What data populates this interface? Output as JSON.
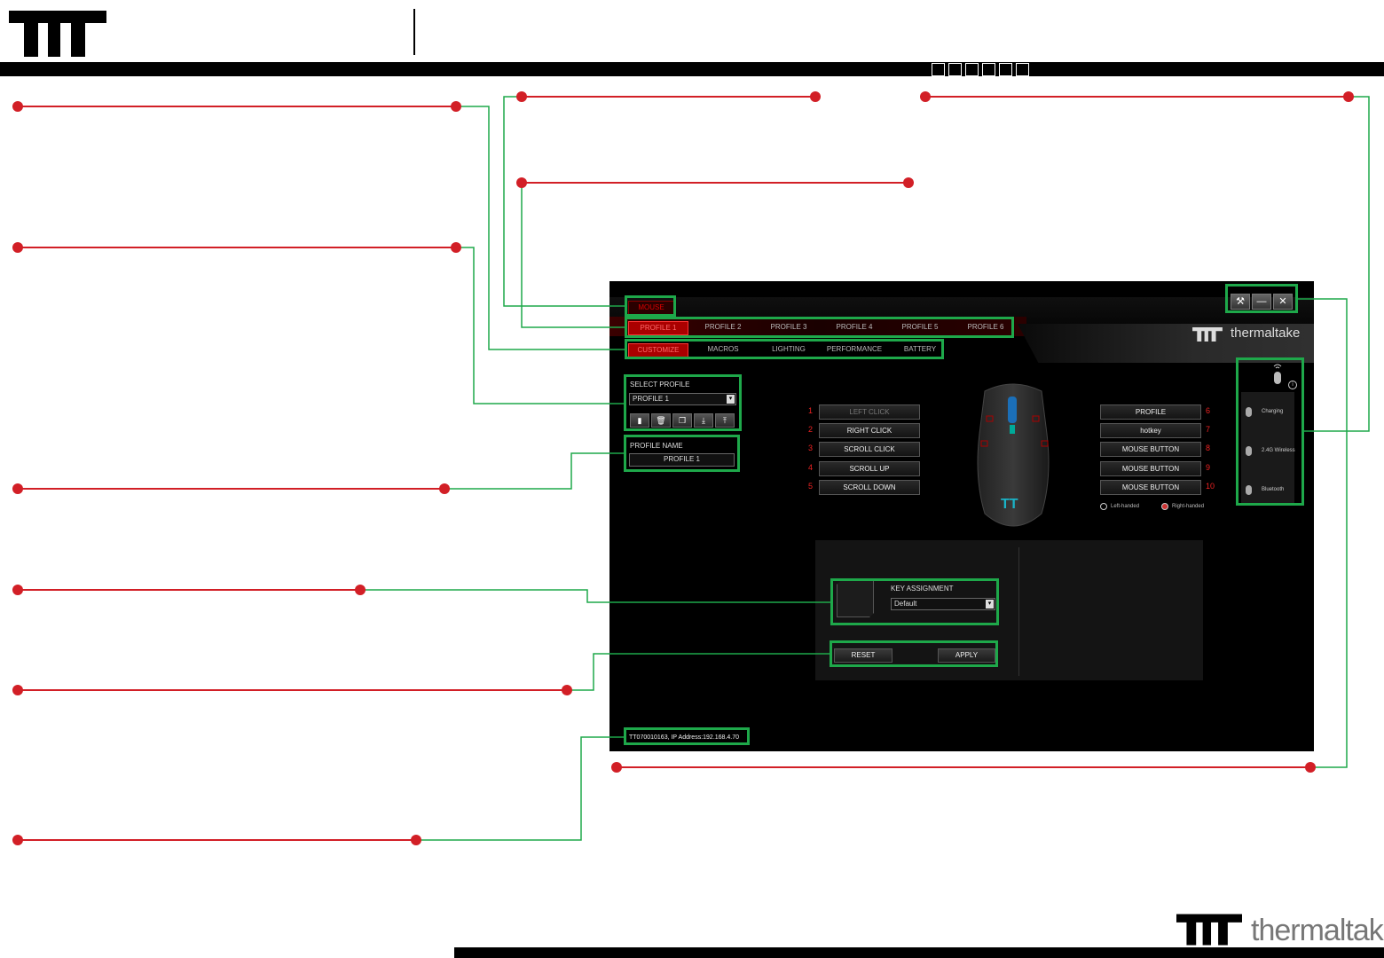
{
  "brand": {
    "name": "thermaltake"
  },
  "app": {
    "mode_tab": "MOUSE",
    "profile_tabs": [
      "PROFILE 1",
      "PROFILE 2",
      "PROFILE 3",
      "PROFILE 4",
      "PROFILE 5",
      "PROFILE 6"
    ],
    "active_profile_tab": 0,
    "sub_tabs": [
      "CUSTOMIZE",
      "MACROS",
      "LIGHTING",
      "PERFORMANCE",
      "BATTERY"
    ],
    "active_sub_tab": 0,
    "select_profile": {
      "label": "SELECT PROFILE",
      "value": "PROFILE 1"
    },
    "profile_name": {
      "label": "PROFILE NAME",
      "value": "PROFILE 1"
    },
    "profile_tools": [
      "save-icon",
      "delete-icon",
      "copy-icon",
      "import-icon",
      "export-icon"
    ],
    "left_buttons": [
      {
        "num": "1",
        "label": "LEFT CLICK",
        "dim": true
      },
      {
        "num": "2",
        "label": "RIGHT CLICK"
      },
      {
        "num": "3",
        "label": "SCROLL CLICK"
      },
      {
        "num": "4",
        "label": "SCROLL UP"
      },
      {
        "num": "5",
        "label": "SCROLL DOWN"
      }
    ],
    "right_buttons": [
      {
        "num": "6",
        "label": "PROFILE"
      },
      {
        "num": "7",
        "label": "hotkey"
      },
      {
        "num": "8",
        "label": "MOUSE BUTTON"
      },
      {
        "num": "9",
        "label": "MOUSE BUTTON"
      },
      {
        "num": "10",
        "label": "MOUSE BUTTON"
      }
    ],
    "hand_options": [
      {
        "label": "Left-handed",
        "selected": false
      },
      {
        "label": "Right-handed",
        "selected": true
      }
    ],
    "key_assignment": {
      "label": "KEY ASSIGNMENT",
      "value": "Default"
    },
    "reset_label": "RESET",
    "apply_label": "APPLY",
    "status_line": "TT070010163, IP Address:192.168.4.70",
    "devices": [
      {
        "label": "Charging"
      },
      {
        "label": "2.4G Wireless"
      },
      {
        "label": "Bluetooth"
      }
    ],
    "colors": {
      "accent_red": "#d21f26",
      "annotation_green": "#1ea84a"
    }
  }
}
